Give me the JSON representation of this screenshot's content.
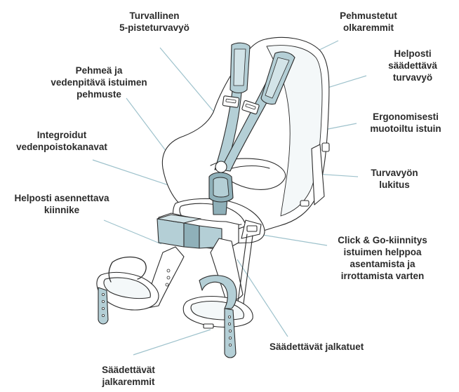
{
  "colors": {
    "outline": "#2b2b2b",
    "strap_fill": "#b4cfd6",
    "strap_dark": "#8fb0b9",
    "seat_fill": "#ffffff",
    "shell_shade": "#f4f8f9",
    "leader_line": "#9ec2cc"
  },
  "labels": {
    "harness": [
      "Turvallinen",
      "5-pisteturvavyö"
    ],
    "shoulder_pads": [
      "Pehmustetut",
      "olkaremmit"
    ],
    "adjustable_belt": [
      "Helposti",
      "säädettävä",
      "turvavyö"
    ],
    "cushion": [
      "Pehmeä ja",
      "vedenpitävä istuimen",
      "pehmuste"
    ],
    "ergonomic": [
      "Ergonomisesti",
      "muotoiltu istuin"
    ],
    "drainage": [
      "Integroidut",
      "vedenpoistokanavat"
    ],
    "buckle": [
      "Turvavyön",
      "lukitus"
    ],
    "mount": [
      "Helposti asennettava",
      "kiinnike"
    ],
    "click_go": [
      "Click & Go-kiinnitys",
      "istuimen helppoa",
      "asentamista ja",
      "irrottamista varten"
    ],
    "footrests": [
      "Säädettävät jalkatuet"
    ],
    "foot_straps": [
      "Säädettävät",
      "jalkaremmit"
    ]
  }
}
